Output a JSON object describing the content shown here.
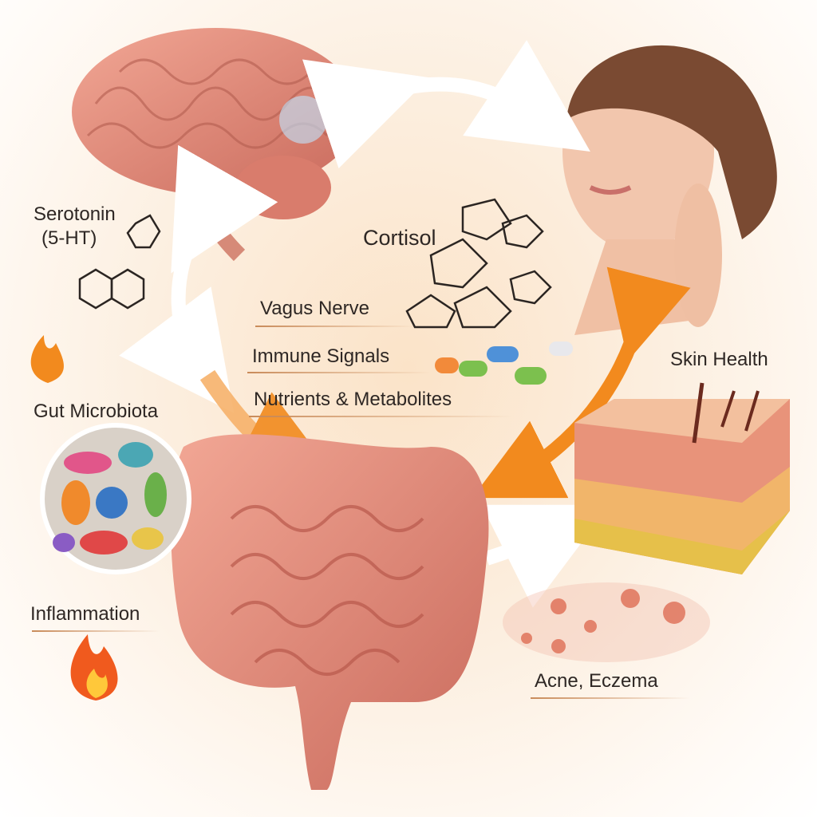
{
  "labels": {
    "serotonin_line1": "Serotonin",
    "serotonin_line2": "(5-HT)",
    "cortisol": "Cortisol",
    "vagus_nerve": "Vagus Nerve",
    "immune_signals": "Immune Signals",
    "nutrients": "Nutrients & Metabolites",
    "gut_microbiota": "Gut Microbiota",
    "skin_health": "Skin Health",
    "inflammation": "Inflammation",
    "acne_eczema": "Acne, Eczema"
  },
  "icons": [
    "brain-illustration",
    "face-illustration",
    "intestine-illustration",
    "skin-layer-illustration",
    "microbiota-magnifier",
    "flame-icon",
    "capsule-icon",
    "molecule-diagram",
    "bidirectional-arrow"
  ],
  "colors": {
    "arrow_orange": "#f28a1e",
    "arrow_white": "#ffffff",
    "organ_pink": "#e8907f",
    "skin_yellow": "#e6c04a"
  }
}
